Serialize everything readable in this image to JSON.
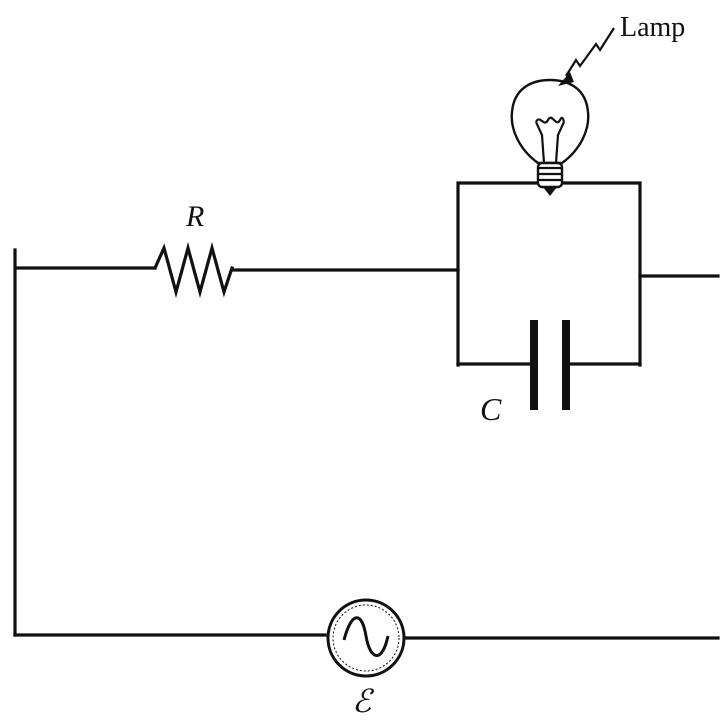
{
  "labels": {
    "lamp": "Lamp",
    "resistor": "R",
    "capacitor": "C",
    "source": "ℰ"
  },
  "icons": {
    "lamp": "light-bulb-icon",
    "source": "ac-source-icon"
  }
}
